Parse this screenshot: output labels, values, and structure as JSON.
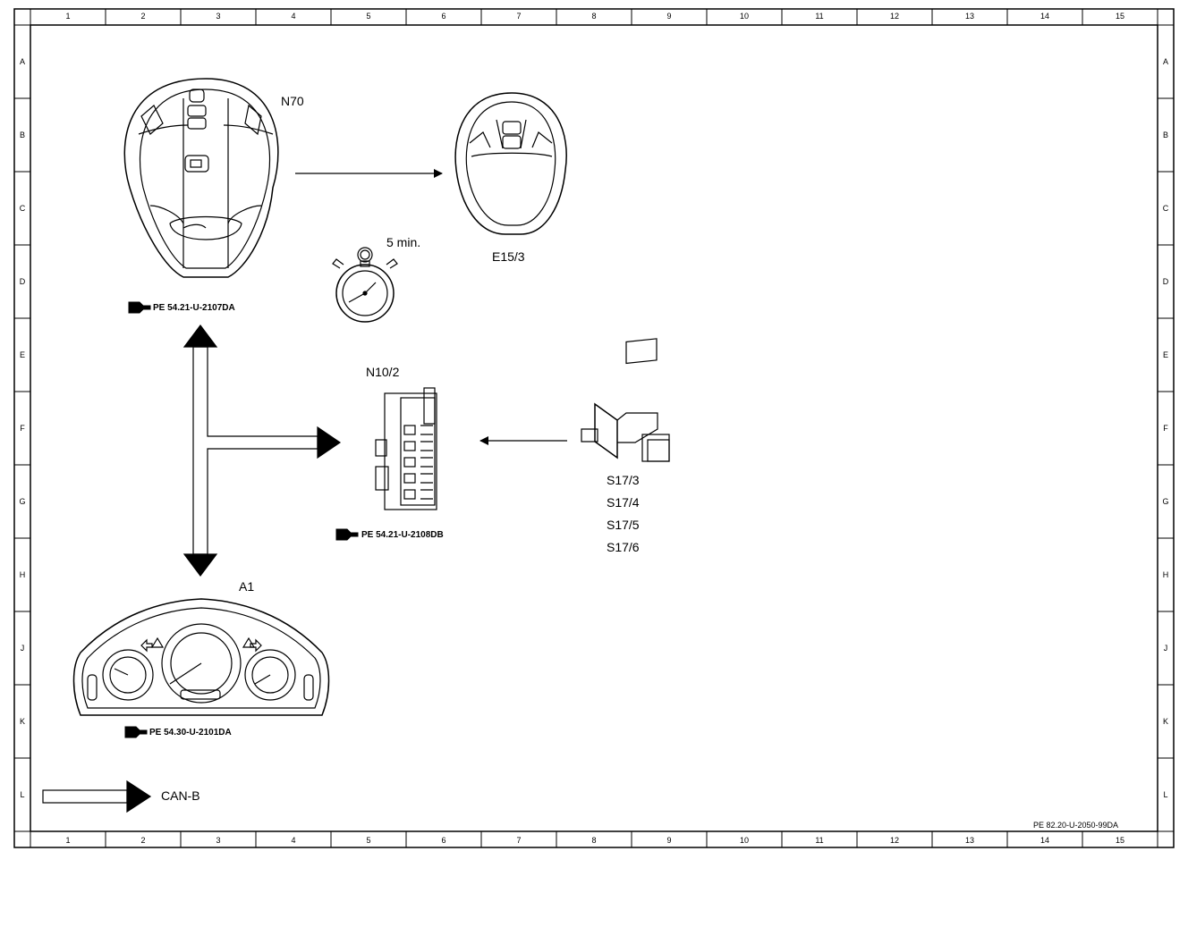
{
  "frame": {
    "columns": [
      "1",
      "2",
      "3",
      "4",
      "5",
      "6",
      "7",
      "8",
      "9",
      "10",
      "11",
      "12",
      "13",
      "14",
      "15"
    ],
    "rows": [
      "A",
      "B",
      "C",
      "D",
      "E",
      "F",
      "G",
      "H",
      "J",
      "K",
      "L"
    ]
  },
  "components": {
    "n70": {
      "label": "N70",
      "ref": "PE 54.21-U-2107DA"
    },
    "e15_3": {
      "label": "E15/3"
    },
    "timer": {
      "label": "5 min."
    },
    "n10_2": {
      "label": "N10/2",
      "ref": "PE 54.21-U-2108DB"
    },
    "switch": {
      "labels": [
        "S17/3",
        "S17/4",
        "S17/5",
        "S17/6"
      ]
    },
    "a1": {
      "label": "A1",
      "ref": "PE 54.30-U-2101DA"
    }
  },
  "legend": {
    "label": "CAN-B"
  },
  "footer": {
    "code": "PE 82.20-U-2050-99DA"
  }
}
